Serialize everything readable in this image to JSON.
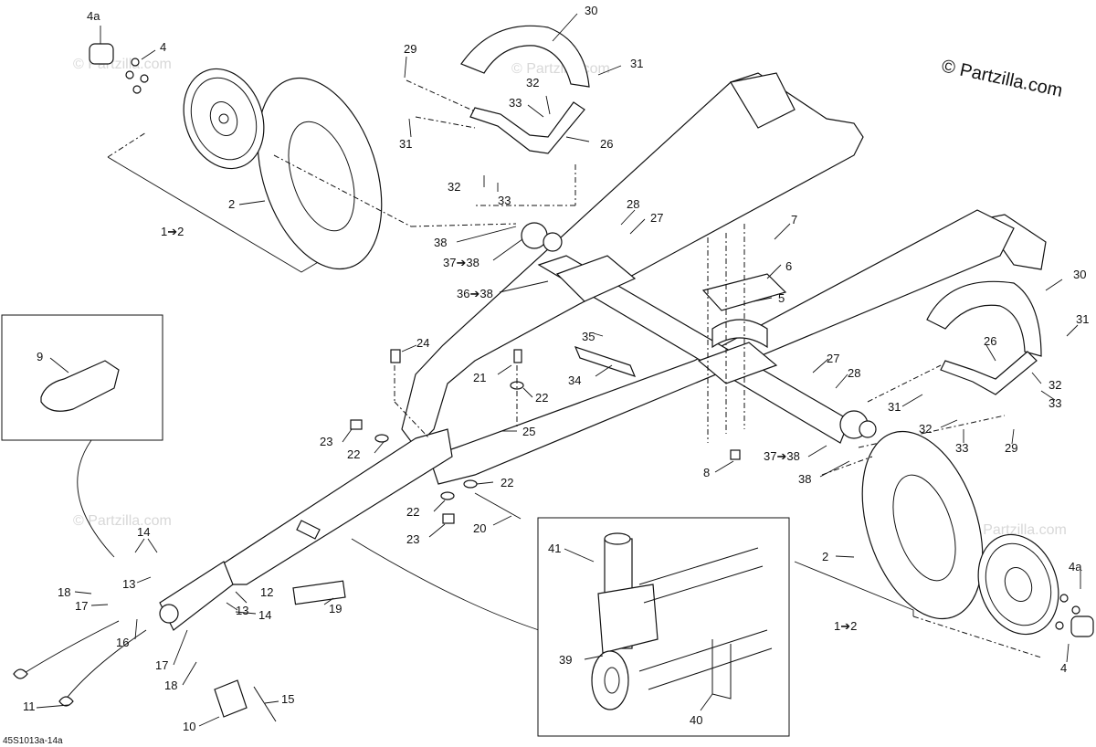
{
  "copyright": "© Partzilla.com",
  "watermark": "© Partzilla.com",
  "reference": "45S1013a-14a",
  "callouts": [
    {
      "id": "4a-tl",
      "text": "4a"
    },
    {
      "id": "4-tl",
      "text": "4"
    },
    {
      "id": "2-tl",
      "text": "2"
    },
    {
      "id": "1to2-tl",
      "text": "1➔2"
    },
    {
      "id": "29-t",
      "text": "29"
    },
    {
      "id": "30-t",
      "text": "30"
    },
    {
      "id": "31-tr",
      "text": "31"
    },
    {
      "id": "32-t",
      "text": "32"
    },
    {
      "id": "33-t",
      "text": "33"
    },
    {
      "id": "31-t",
      "text": "31"
    },
    {
      "id": "26-t",
      "text": "26"
    },
    {
      "id": "32-m",
      "text": "32"
    },
    {
      "id": "33-m",
      "text": "33"
    },
    {
      "id": "28-t",
      "text": "28"
    },
    {
      "id": "27-t",
      "text": "27"
    },
    {
      "id": "38-t",
      "text": "38"
    },
    {
      "id": "37to38-t",
      "text": "37➔38"
    },
    {
      "id": "36to38",
      "text": "36➔38"
    },
    {
      "id": "7",
      "text": "7"
    },
    {
      "id": "6",
      "text": "6"
    },
    {
      "id": "5",
      "text": "5"
    },
    {
      "id": "35",
      "text": "35"
    },
    {
      "id": "34",
      "text": "34"
    },
    {
      "id": "24",
      "text": "24"
    },
    {
      "id": "21",
      "text": "21"
    },
    {
      "id": "22-a",
      "text": "22"
    },
    {
      "id": "23-a",
      "text": "23"
    },
    {
      "id": "22-b",
      "text": "22"
    },
    {
      "id": "25",
      "text": "25"
    },
    {
      "id": "22-c",
      "text": "22"
    },
    {
      "id": "22-d",
      "text": "22"
    },
    {
      "id": "23-b",
      "text": "23"
    },
    {
      "id": "20",
      "text": "20"
    },
    {
      "id": "9",
      "text": "9"
    },
    {
      "id": "8",
      "text": "8"
    },
    {
      "id": "30-r",
      "text": "30"
    },
    {
      "id": "31-r",
      "text": "31"
    },
    {
      "id": "26-r",
      "text": "26"
    },
    {
      "id": "32-r",
      "text": "32"
    },
    {
      "id": "33-r",
      "text": "33"
    },
    {
      "id": "27-r",
      "text": "27"
    },
    {
      "id": "28-r",
      "text": "28"
    },
    {
      "id": "31-r2",
      "text": "31"
    },
    {
      "id": "32-r2",
      "text": "32"
    },
    {
      "id": "33-r2",
      "text": "33"
    },
    {
      "id": "29-r",
      "text": "29"
    },
    {
      "id": "37to38-b",
      "text": "37➔38"
    },
    {
      "id": "38-b",
      "text": "38"
    },
    {
      "id": "2-br",
      "text": "2"
    },
    {
      "id": "4a-br",
      "text": "4a"
    },
    {
      "id": "1to2-br",
      "text": "1➔2"
    },
    {
      "id": "4-br",
      "text": "4"
    },
    {
      "id": "14-a",
      "text": "14"
    },
    {
      "id": "18-a",
      "text": "18"
    },
    {
      "id": "13-a",
      "text": "13"
    },
    {
      "id": "12",
      "text": "12"
    },
    {
      "id": "17-a",
      "text": "17"
    },
    {
      "id": "16",
      "text": "16"
    },
    {
      "id": "13-b",
      "text": "13"
    },
    {
      "id": "14-b",
      "text": "14"
    },
    {
      "id": "17-b",
      "text": "17"
    },
    {
      "id": "18-b",
      "text": "18"
    },
    {
      "id": "19",
      "text": "19"
    },
    {
      "id": "15",
      "text": "15"
    },
    {
      "id": "11",
      "text": "11"
    },
    {
      "id": "10",
      "text": "10"
    },
    {
      "id": "41",
      "text": "41"
    },
    {
      "id": "39",
      "text": "39"
    },
    {
      "id": "40",
      "text": "40"
    }
  ]
}
